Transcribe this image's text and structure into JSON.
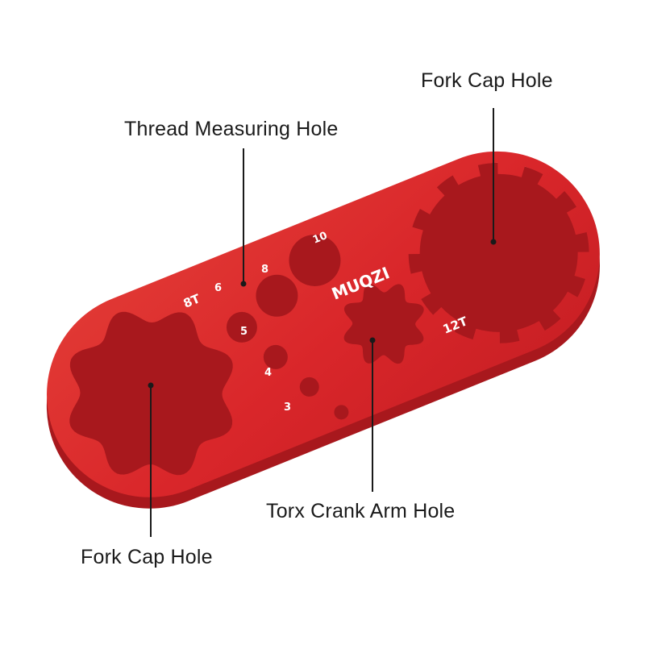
{
  "product": {
    "brand": "MUQZI",
    "colors": {
      "body": "#d9262a",
      "edge": "#a8181d",
      "shadow": "#c21f24",
      "engraving": "#ffffff",
      "line": "#1a1a1a"
    },
    "engravings": {
      "size_8t": "8T",
      "size_12t": "12T",
      "hole_10": "10",
      "hole_8": "8",
      "hole_6": "6",
      "hole_5": "5",
      "hole_4": "4",
      "hole_3": "3"
    }
  },
  "callouts": {
    "fork_cap_top": "Fork Cap Hole",
    "thread_measuring": "Thread Measuring Hole",
    "torx_crank": "Torx Crank Arm Hole",
    "fork_cap_bottom": "Fork Cap Hole"
  }
}
